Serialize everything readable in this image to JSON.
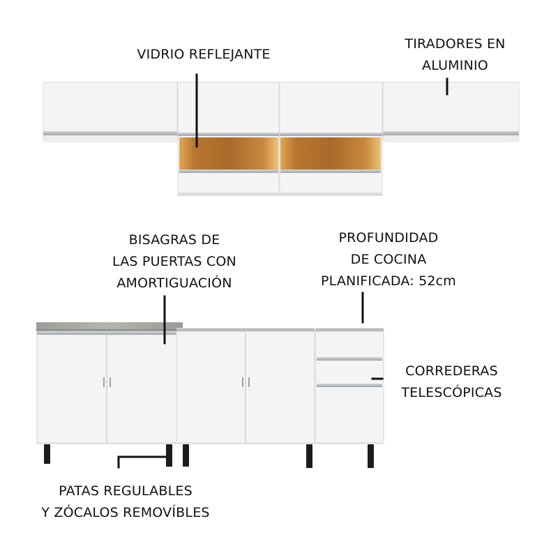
{
  "callouts": {
    "glass": {
      "lines": [
        "VIDRIO REFLEJANTE"
      ]
    },
    "handles": {
      "lines": [
        "TIRADORES EN",
        "ALUMINIO"
      ]
    },
    "hinges": {
      "lines": [
        "BISAGRAS DE",
        "LAS PUERTAS CON",
        "AMORTIGUACIÓN"
      ]
    },
    "depth": {
      "lines": [
        "PROFUNDIDAD",
        "DE COCINA",
        "PLANIFICADA: 52cm"
      ]
    },
    "slides": {
      "lines": [
        "CORREDERAS",
        "TELESCÓPICAS"
      ]
    },
    "legs": {
      "lines": [
        "PATAS REGULABLES",
        "Y ZÓCALOS REMOVÍBLES"
      ]
    }
  },
  "colors": {
    "cabinet_white": "#f4f4f4",
    "aluminum": "#b9bcbf",
    "glass_amber": "#c98a3c",
    "countertop": "#a9aaa6",
    "legs": "#1c1c1c",
    "callout_line": "#111111"
  }
}
